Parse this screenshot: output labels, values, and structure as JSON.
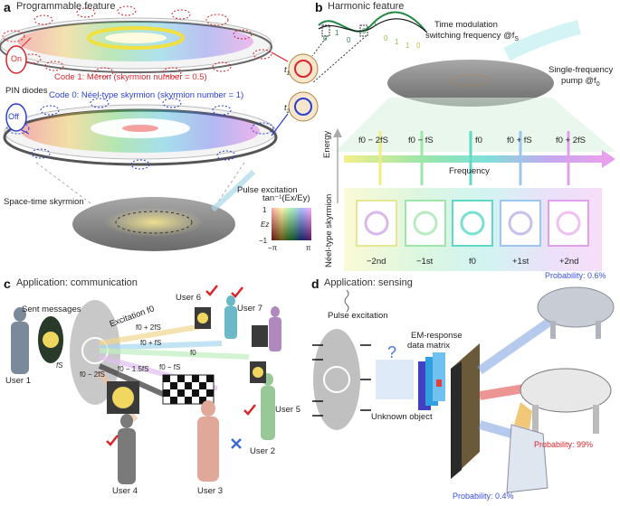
{
  "panel_a": {
    "letter": "a",
    "title": "Programmable feature",
    "code1": "Code 1: Meron (skyrmion number = 0.5)",
    "code0": "Code 0: Néel-type skyrmion (skyrmion number = 1)",
    "on": "On",
    "off": "Off",
    "pin": "PIN diodes",
    "spacetime": "Space-time skyrmion",
    "pulse": "Pulse excitation"
  },
  "panel_b": {
    "letter": "b",
    "title": "Harmonic feature",
    "time_mod": "Time modulation",
    "switch_freq": "switching frequency @f",
    "switch_sub": "S",
    "single_freq": "Single-frequency",
    "pump": "pump @f",
    "pump_sub": "0",
    "t1": "t",
    "t1_sub": "1",
    "t2": "t",
    "t2_sub": "2",
    "bits": [
      "0",
      "1",
      "0",
      "0",
      "1",
      "0",
      "1",
      "1",
      "0"
    ],
    "energy": "Energy",
    "frequency": "Frequency",
    "freq_labels": [
      "f0 − 2fS",
      "f0 − fS",
      "f0",
      "f0 + fS",
      "f0 + 2fS"
    ],
    "colorbar_title": "tan⁻¹(Ex/Ey)",
    "colorbar_ez": "Ez",
    "colorbar_min": "−1",
    "colorbar_max": "1",
    "colorbar_pi_neg": "−π",
    "colorbar_pi_pos": "π",
    "neel_label": "Néel-type skyrmion",
    "orders": [
      "−2nd",
      "−1st",
      "f0",
      "+1st",
      "+2nd"
    ]
  },
  "panel_c": {
    "letter": "c",
    "title": "Application: communication",
    "sent": "Sent messages",
    "excitation": "Excitation f0",
    "users": [
      "User 1",
      "User 2",
      "User 3",
      "User 4",
      "User 5",
      "User 6",
      "User 7"
    ],
    "beams": [
      "f0 + 2fS",
      "f0 + fS",
      "f0",
      "f0 − fS",
      "f0 − 1.5fS",
      "f0 − 2fS"
    ],
    "fs": "fS"
  },
  "panel_d": {
    "letter": "d",
    "title": "Application: sensing",
    "pulse": "Pulse excitation",
    "em": "EM-response",
    "matrix": "data matrix",
    "unknown": "Unknown object",
    "question": "?",
    "prob_pig": "Probability: 0.6%",
    "prob_cow": "Probability: 99%",
    "prob_horse": "Probability: 0.4%"
  },
  "colors": {
    "red": "#d8262c",
    "blue": "#2a3fd0",
    "violet": "#c86be8",
    "panel_gray": "#8a8a8a"
  }
}
